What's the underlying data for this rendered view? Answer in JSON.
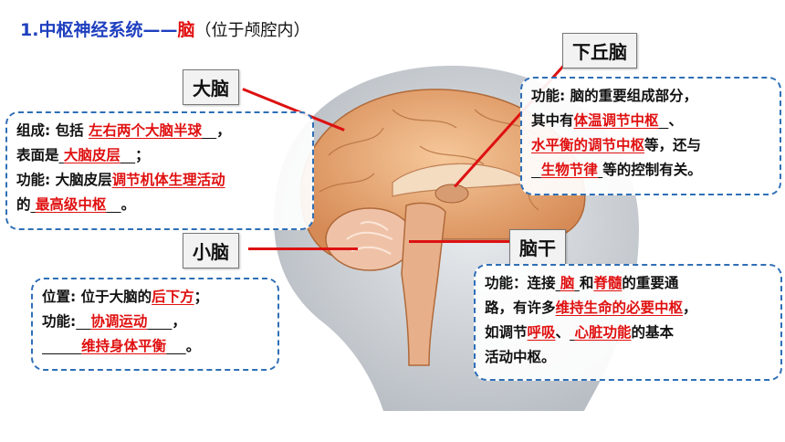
{
  "title": {
    "main": "1.中枢神经系统——",
    "organ": "脑",
    "note": "（位于颅腔内）"
  },
  "labels": {
    "cerebrum": "大脑",
    "hypothalamus": "下丘脑",
    "cerebellum": "小脑",
    "brainstem": "脑干"
  },
  "cerebrum_box": {
    "l1a": "组成: 包括",
    "f1": "左右两个大脑半球",
    "l1b": "，",
    "l2a": "表面是",
    "f2": "大脑皮层",
    "l2b": "；",
    "l3a": "功能: 大脑皮层",
    "f3": "调节机体生理活动",
    "l4a": "的",
    "f4": "最高级中枢",
    "l4b": "。"
  },
  "cerebellum_box": {
    "l1a": "位置: 位于大脑的",
    "f1": "后下方",
    "l1b": "；",
    "l2a": "功能:",
    "f2": "协调运动",
    "l2b": "，",
    "f3": "维持身体平衡",
    "l3b": "。"
  },
  "hypothalamus_box": {
    "l1": "功能: 脑的重要组成部分，",
    "l2a": "其中有",
    "f1": "体温调节中枢",
    "l2b": "、",
    "f2": "水平衡的调节中枢",
    "l3b": "等，还与",
    "f3": "生物节律",
    "l4b": "等的控制有关。"
  },
  "brainstem_box": {
    "l1a": "功能：连接",
    "f1": "脑",
    "l1b": "和",
    "f2": "脊髓",
    "l1c": "的重要通",
    "l2a": "路，有许多",
    "f3": "维持生命的必要中枢",
    "l2b": "，",
    "l3a": "如调节",
    "f4": "呼吸",
    "l3b": "、",
    "f5": "心脏功能",
    "l3c": "的基本",
    "l4": "活动中枢。"
  }
}
